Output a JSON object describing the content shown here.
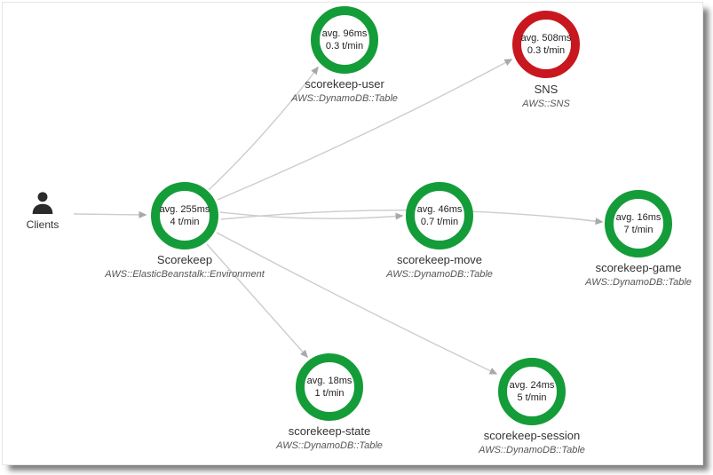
{
  "map": {
    "colors": {
      "ok_green": "#149c38",
      "error_red": "#c8171e",
      "edge_gray": "#cccccc",
      "arrow_gray": "#a9a9a9"
    },
    "clients": {
      "label": "Clients",
      "icon": "person-icon"
    },
    "nodes": [
      {
        "id": "scorekeep",
        "avg": "avg. 255ms",
        "rate": "4 t/min",
        "name": "Scorekeep",
        "type": "AWS::ElasticBeanstalk::Environment",
        "status": "ok"
      },
      {
        "id": "scorekeep-user",
        "avg": "avg. 96ms",
        "rate": "0.3 t/min",
        "name": "scorekeep-user",
        "type": "AWS::DynamoDB::Table",
        "status": "ok"
      },
      {
        "id": "sns",
        "avg": "avg. 508ms",
        "rate": "0.3 t/min",
        "name": "SNS",
        "type": "AWS::SNS",
        "status": "error"
      },
      {
        "id": "scorekeep-move",
        "avg": "avg. 46ms",
        "rate": "0.7 t/min",
        "name": "scorekeep-move",
        "type": "AWS::DynamoDB::Table",
        "status": "ok"
      },
      {
        "id": "scorekeep-game",
        "avg": "avg. 16ms",
        "rate": "7 t/min",
        "name": "scorekeep-game",
        "type": "AWS::DynamoDB::Table",
        "status": "ok"
      },
      {
        "id": "scorekeep-state",
        "avg": "avg. 18ms",
        "rate": "1 t/min",
        "name": "scorekeep-state",
        "type": "AWS::DynamoDB::Table",
        "status": "ok"
      },
      {
        "id": "scorekeep-session",
        "avg": "avg. 24ms",
        "rate": "5 t/min",
        "name": "scorekeep-session",
        "type": "AWS::DynamoDB::Table",
        "status": "ok"
      }
    ],
    "edges": [
      {
        "from": "clients",
        "to": "scorekeep"
      },
      {
        "from": "scorekeep",
        "to": "scorekeep-user"
      },
      {
        "from": "scorekeep",
        "to": "sns"
      },
      {
        "from": "scorekeep",
        "to": "scorekeep-move"
      },
      {
        "from": "scorekeep",
        "to": "scorekeep-game"
      },
      {
        "from": "scorekeep",
        "to": "scorekeep-state"
      },
      {
        "from": "scorekeep",
        "to": "scorekeep-session"
      }
    ]
  }
}
